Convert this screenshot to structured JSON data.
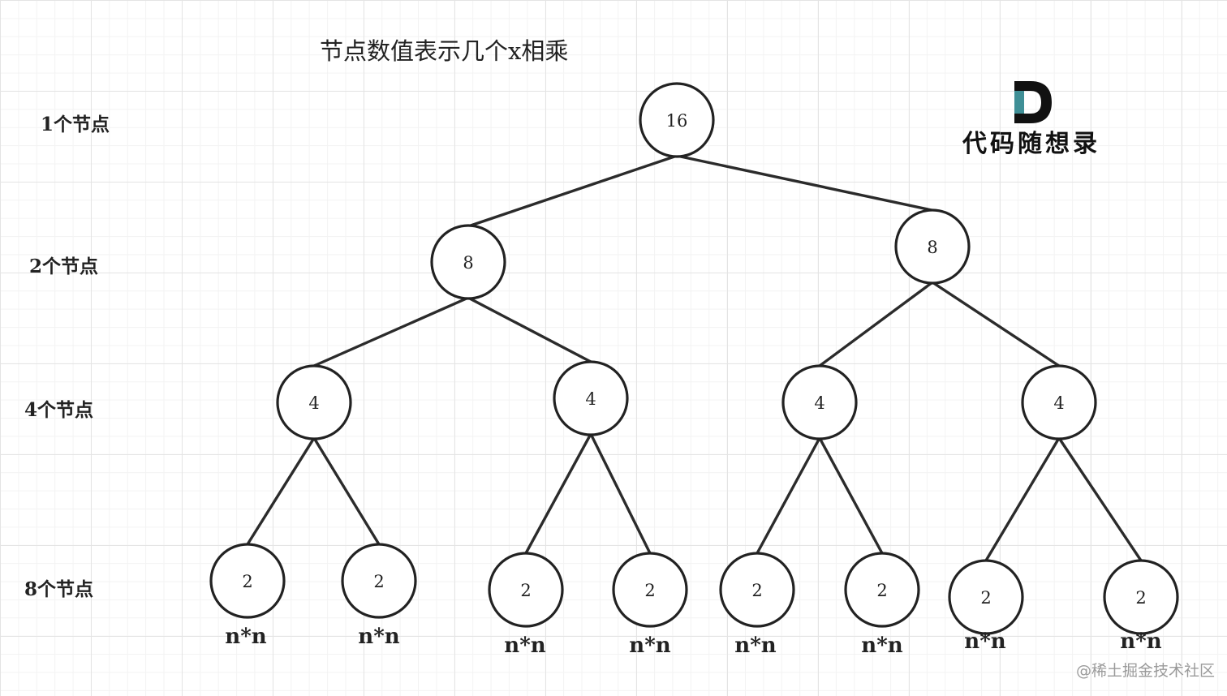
{
  "title": "节点数值表示几个x相乘",
  "levels": [
    {
      "label": "1个节点"
    },
    {
      "label": "2个节点"
    },
    {
      "label": "4个节点"
    },
    {
      "label": "8个节点"
    }
  ],
  "tree": {
    "root": "16",
    "level2": [
      "8",
      "8"
    ],
    "level3": [
      "4",
      "4",
      "4",
      "4"
    ],
    "level4": [
      "2",
      "2",
      "2",
      "2",
      "2",
      "2",
      "2",
      "2"
    ]
  },
  "leaf_labels": [
    "n*n",
    "n*n",
    "n*n",
    "n*n",
    "n*n",
    "n*n",
    "n*n",
    "n*n"
  ],
  "logo": {
    "glyph": "D",
    "text": "代码随想录",
    "icon": "d-logo-icon",
    "accent": "#3f8f96"
  },
  "watermark": "@稀土掘金技术社区"
}
